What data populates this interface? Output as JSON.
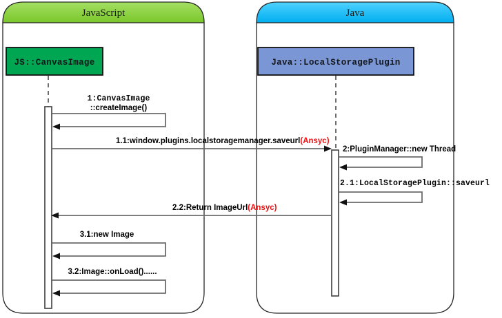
{
  "diagram": {
    "type": "uml-sequence-diagram",
    "frames": [
      {
        "id": "javascript",
        "title": "JavaScript",
        "header_color": "#8fd44a",
        "header_color_dark": "#79c72f"
      },
      {
        "id": "java",
        "title": "Java",
        "header_color": "#29c0f5",
        "header_color_dark": "#00aeef"
      }
    ],
    "participants": [
      {
        "id": "js-canvasimage",
        "label": "JS::CanvasImage",
        "fill": "#00a651",
        "frame": "javascript"
      },
      {
        "id": "java-localstorageplugin",
        "label": "Java::LocalStoragePlugin",
        "fill": "#7b96d4",
        "frame": "java"
      }
    ],
    "accent_color": "#ee1111",
    "messages": [
      {
        "id": "msg-1",
        "seq": "1",
        "text_mono": "1:CanvasImage",
        "text_sans": "::createImage()",
        "kind": "self-call",
        "from": "js-canvasimage",
        "to": "js-canvasimage"
      },
      {
        "id": "msg-1-1",
        "seq": "1.1",
        "text": "1.1:window.plugins.localstoragemanager.saveurl",
        "accent": "(Ansyc)",
        "kind": "call",
        "from": "js-canvasimage",
        "to": "java-localstorageplugin"
      },
      {
        "id": "msg-2",
        "seq": "2",
        "text": "2:PluginManager::new Thread",
        "kind": "self-call",
        "from": "java-localstorageplugin",
        "to": "java-localstorageplugin"
      },
      {
        "id": "msg-2-1",
        "seq": "2.1",
        "text": "2.1:LocalStoragePlugin::saveurl",
        "kind": "self-call",
        "from": "java-localstorageplugin",
        "to": "java-localstorageplugin"
      },
      {
        "id": "msg-2-2",
        "seq": "2.2",
        "text": "2.2:Return ImageUrl",
        "accent": "(Ansyc)",
        "kind": "return",
        "from": "java-localstorageplugin",
        "to": "js-canvasimage"
      },
      {
        "id": "msg-3-1",
        "seq": "3.1",
        "text": "3.1:new Image",
        "kind": "self-call",
        "from": "js-canvasimage",
        "to": "js-canvasimage"
      },
      {
        "id": "msg-3-2",
        "seq": "3.2",
        "text": "3.2:Image::onLoad()......",
        "kind": "self-call",
        "from": "js-canvasimage",
        "to": "js-canvasimage"
      }
    ]
  }
}
